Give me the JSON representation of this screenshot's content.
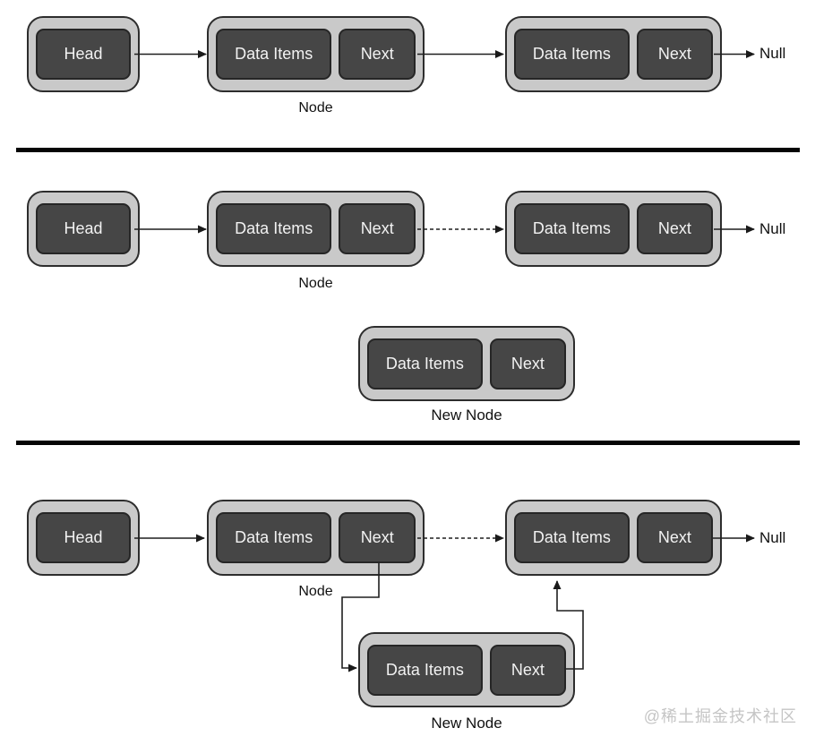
{
  "colors": {
    "background": "#ffffff",
    "capsule_fill": "#c9c9c9",
    "capsule_border": "#2d2d2d",
    "cell_fill": "#464646",
    "cell_border": "#262626",
    "cell_text": "#f2f2f2",
    "label_text": "#111111",
    "arrow": "#1a1a1a",
    "divider": "#050505",
    "watermark": "#c5c5c5"
  },
  "sections": [
    {
      "head_label": "Head",
      "nodes": [
        {
          "data_label": "Data Items",
          "next_label": "Next"
        },
        {
          "data_label": "Data Items",
          "next_label": "Next"
        }
      ],
      "node_label": "Node",
      "null_label": "Null"
    },
    {
      "head_label": "Head",
      "nodes": [
        {
          "data_label": "Data Items",
          "next_label": "Next"
        },
        {
          "data_label": "Data Items",
          "next_label": "Next"
        }
      ],
      "node_label": "Node",
      "null_label": "Null",
      "new_node": {
        "data_label": "Data Items",
        "next_label": "Next",
        "label": "New Node"
      }
    },
    {
      "head_label": "Head",
      "nodes": [
        {
          "data_label": "Data Items",
          "next_label": "Next"
        },
        {
          "data_label": "Data Items",
          "next_label": "Next"
        }
      ],
      "node_label": "Node",
      "null_label": "Null",
      "new_node": {
        "data_label": "Data Items",
        "next_label": "Next",
        "label": "New Node"
      }
    }
  ],
  "watermark": "@稀土掘金技术社区"
}
